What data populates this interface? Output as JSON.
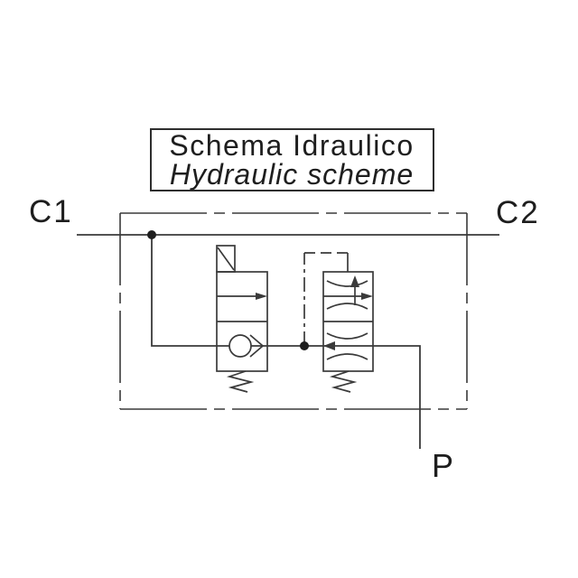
{
  "title": {
    "line1": "Schema Idraulico",
    "line2": "Hydraulic scheme"
  },
  "ports": {
    "c1": "C1",
    "c2": "C2",
    "p": "P"
  },
  "colors": {
    "line": "#3a3a3a",
    "text": "#1e1e1e",
    "background": "#ffffff"
  },
  "diagram": {
    "type": "hydraulic-schematic",
    "boundary_style": "dash-dot center line box",
    "components": [
      "solenoid-operated 2-position valve with check valve and spring return (left)",
      "pilot-operated 2-position flow control valve with venturi restrictors and spring return (right)",
      "pilot sensing line (dash-dot) from junction between valves",
      "C1-C2 through line with junction dot",
      "pressure port P line exiting bottom right"
    ]
  }
}
